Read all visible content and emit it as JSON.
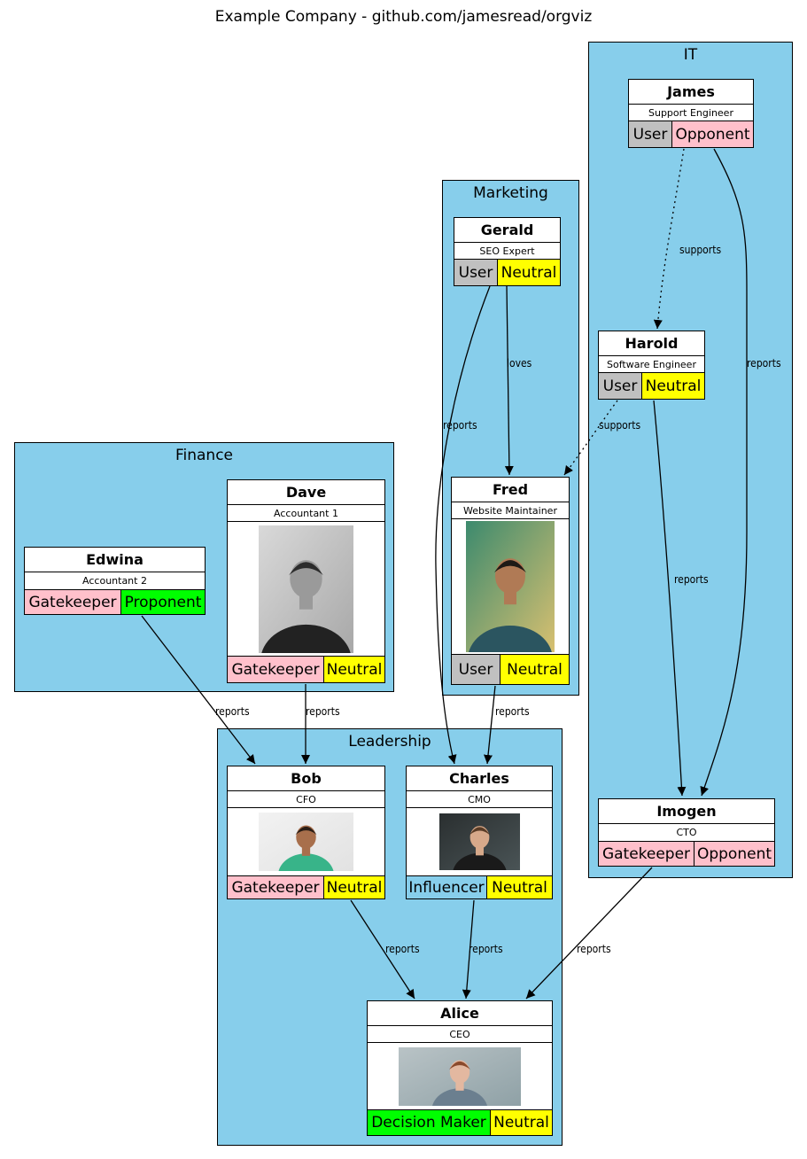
{
  "title": "Example Company - github.com/jamesread/orgviz",
  "colors": {
    "cluster_fill": "#87ceeb",
    "User": "#c0c0c0",
    "Gatekeeper": "#ffc0cb",
    "Influencer": "#87ceeb",
    "Decision Maker": "#00ff00",
    "Opponent": "#ffc0cb",
    "Neutral": "#ffff00",
    "Proponent": "#00ff00"
  },
  "clusters": {
    "finance": {
      "label": "Finance"
    },
    "marketing": {
      "label": "Marketing"
    },
    "it": {
      "label": "IT"
    },
    "leadership": {
      "label": "Leadership"
    }
  },
  "people": {
    "james": {
      "name": "James",
      "role": "Support Engineer",
      "influence": "User",
      "attitude": "Opponent",
      "photo": ""
    },
    "gerald": {
      "name": "Gerald",
      "role": "SEO Expert",
      "influence": "User",
      "attitude": "Neutral",
      "photo": ""
    },
    "harold": {
      "name": "Harold",
      "role": "Software Engineer",
      "influence": "User",
      "attitude": "Neutral",
      "photo": ""
    },
    "fred": {
      "name": "Fred",
      "role": "Website Maintainer",
      "influence": "User",
      "attitude": "Neutral",
      "photo": "man-portrait"
    },
    "edwina": {
      "name": "Edwina",
      "role": "Accountant 2",
      "influence": "Gatekeeper",
      "attitude": "Proponent",
      "photo": ""
    },
    "dave": {
      "name": "Dave",
      "role": "Accountant 1",
      "influence": "Gatekeeper",
      "attitude": "Neutral",
      "photo": "bearded-man-portrait"
    },
    "bob": {
      "name": "Bob",
      "role": "CFO",
      "influence": "Gatekeeper",
      "attitude": "Neutral",
      "photo": "smiling-man-portrait"
    },
    "charles": {
      "name": "Charles",
      "role": "CMO",
      "influence": "Influencer",
      "attitude": "Neutral",
      "photo": "young-man-portrait"
    },
    "imogen": {
      "name": "Imogen",
      "role": "CTO",
      "influence": "Gatekeeper",
      "attitude": "Opponent",
      "photo": ""
    },
    "alice": {
      "name": "Alice",
      "role": "CEO",
      "influence": "Decision Maker",
      "attitude": "Neutral",
      "photo": "woman-portrait"
    }
  },
  "edges": [
    {
      "from": "James",
      "to": "Harold",
      "label": "supports",
      "style": "dotted"
    },
    {
      "from": "James",
      "to": "Imogen",
      "label": "reports",
      "style": "solid"
    },
    {
      "from": "Gerald",
      "to": "Fred",
      "label": "loves",
      "style": "solid"
    },
    {
      "from": "Gerald",
      "to": "Charles",
      "label": "reports",
      "style": "solid"
    },
    {
      "from": "Harold",
      "to": "Fred",
      "label": "supports",
      "style": "dotted"
    },
    {
      "from": "Harold",
      "to": "Imogen",
      "label": "reports",
      "style": "solid"
    },
    {
      "from": "Edwina",
      "to": "Bob",
      "label": "reports",
      "style": "solid"
    },
    {
      "from": "Dave",
      "to": "Bob",
      "label": "reports",
      "style": "solid"
    },
    {
      "from": "Fred",
      "to": "Charles",
      "label": "reports",
      "style": "solid"
    },
    {
      "from": "Bob",
      "to": "Alice",
      "label": "reports",
      "style": "solid"
    },
    {
      "from": "Charles",
      "to": "Alice",
      "label": "reports",
      "style": "solid"
    },
    {
      "from": "Imogen",
      "to": "Alice",
      "label": "reports",
      "style": "solid"
    }
  ]
}
